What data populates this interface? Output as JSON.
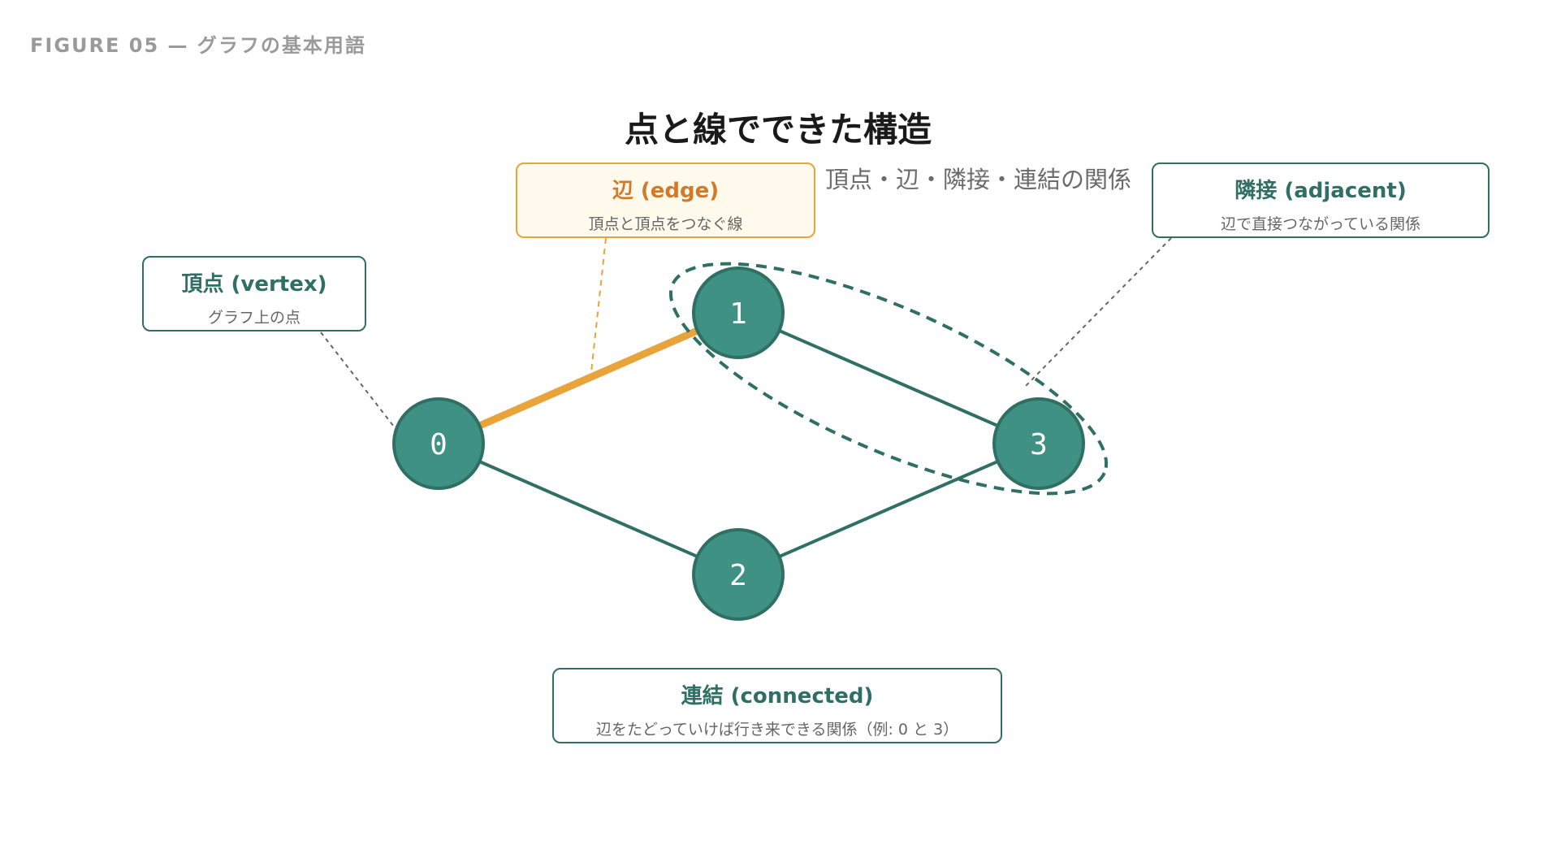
{
  "figure_label": "FIGURE 05 — グラフの基本用語",
  "title": "点と線でできた構造",
  "subtitle": "頂点・辺・隣接・連結の関係",
  "colors": {
    "node_fill": "#3f9184",
    "node_stroke": "#2f6f64",
    "edge": "#2f6f64",
    "highlight": "#e8a33a",
    "edge_text": "#d07a2a"
  },
  "nodes": [
    {
      "id": "0"
    },
    {
      "id": "1"
    },
    {
      "id": "2"
    },
    {
      "id": "3"
    }
  ],
  "edges": [
    [
      "0",
      "1"
    ],
    [
      "0",
      "2"
    ],
    [
      "1",
      "3"
    ],
    [
      "2",
      "3"
    ]
  ],
  "highlighted_edge": [
    "0",
    "1"
  ],
  "adjacent_pair": [
    "1",
    "3"
  ],
  "callouts": {
    "vertex": {
      "title": "頂点 (vertex)",
      "desc": "グラフ上の点"
    },
    "edge": {
      "title": "辺 (edge)",
      "desc": "頂点と頂点をつなぐ線"
    },
    "adjacent": {
      "title": "隣接 (adjacent)",
      "desc": "辺で直接つながっている関係"
    },
    "connected": {
      "title": "連結 (connected)",
      "desc": "辺をたどっていけば行き来できる関係（例: 0 と 3）"
    }
  }
}
